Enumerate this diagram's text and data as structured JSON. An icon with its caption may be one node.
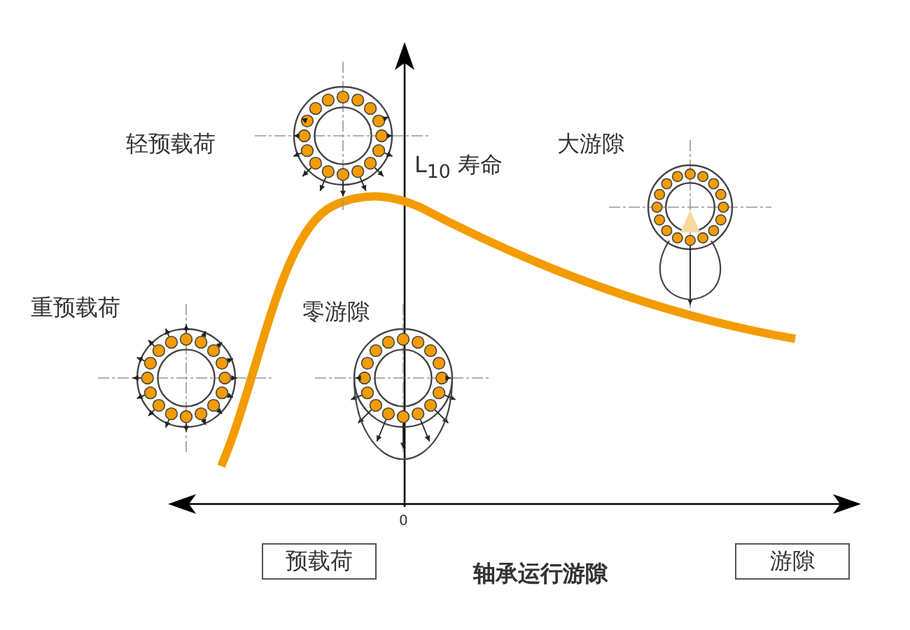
{
  "diagram": {
    "nodes": [
      {
        "text": [
          "预载荷"
        ]
      },
      {
        "text": [
          "游隙"
        ]
      }
    ],
    "labels": [
      "轻预载荷",
      "L$_{10}$ 寿命",
      "大游隙",
      "重预载荷",
      "零游隙",
      "0",
      "轴承运行游隙"
    ]
  }
}
